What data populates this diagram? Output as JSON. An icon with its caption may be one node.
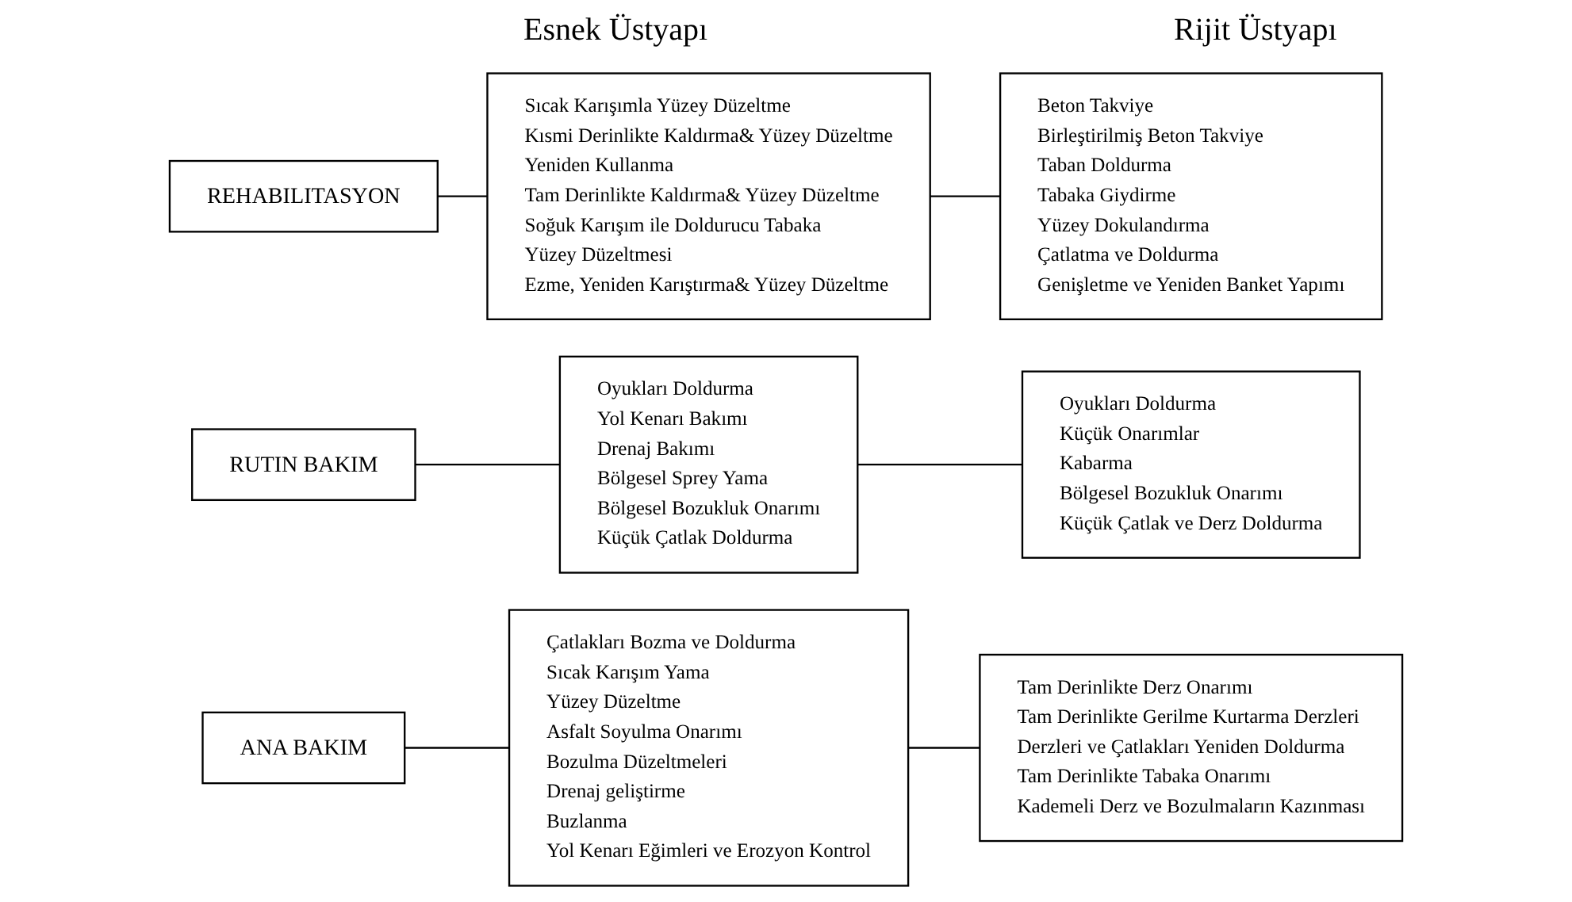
{
  "diagram": {
    "nodes": [
      {
        "text": [
          "REHABILITASYON"
        ]
      },
      {
        "text": [
          "Sıcak Karışımla Yüzey Düzeltme",
          "Kısmi Derinlikte Kaldırma& Yüzey Düzeltme",
          "Yeniden Kullanma",
          "Tam Derinlikte Kaldırma& Yüzey Düzeltme",
          "Soğuk Karışım ile Doldurucu Tabaka",
          "Yüzey Düzeltmesi",
          "Ezme, Yeniden Karıştırma& Yüzey Düzeltme"
        ]
      },
      {
        "text": [
          "Beton Takviye",
          "Birleştirilmiş Beton Takviye",
          "Taban Doldurma",
          "Tabaka Giydirme",
          "Yüzey Dokulandırma",
          "Çatlatma ve Doldurma",
          "Genişletme ve Yeniden Banket Yapımı"
        ]
      },
      {
        "text": [
          "RUTIN BAKIM"
        ]
      },
      {
        "text": [
          "Oyukları Doldurma",
          "Yol Kenarı Bakımı",
          "Drenaj Bakımı",
          "Bölgesel Sprey Yama",
          "Bölgesel Bozukluk Onarımı",
          "Küçük Çatlak Doldurma"
        ]
      },
      {
        "text": [
          "Oyukları Doldurma",
          "Küçük Onarımlar",
          "Kabarma",
          "Bölgesel Bozukluk Onarımı",
          "Küçük Çatlak ve Derz Doldurma"
        ]
      },
      {
        "text": [
          "ANA BAKIM"
        ]
      },
      {
        "text": [
          "Çatlakları Bozma ve Doldurma",
          "Sıcak Karışım Yama",
          "Yüzey Düzeltme",
          "Asfalt Soyulma Onarımı",
          "Bozulma Düzeltmeleri",
          "Drenaj geliştirme",
          "Buzlanma",
          "Yol Kenarı Eğimleri ve Erozyon Kontrol"
        ]
      },
      {
        "text": [
          "Tam Derinlikte Derz Onarımı",
          "Tam Derinlikte Gerilme Kurtarma Derzleri",
          "Derzleri ve Çatlakları Yeniden Doldurma",
          "Tam Derinlikte Tabaka Onarımı",
          "Kademeli Derz ve Bozulmaların Kazınması"
        ]
      }
    ],
    "edges": [
      {
        "from": 0,
        "to": 1,
        "arrow": "none"
      },
      {
        "from": 1,
        "to": 2,
        "arrow": "none"
      },
      {
        "from": 3,
        "to": 4,
        "arrow": "none"
      },
      {
        "from": 4,
        "to": 5,
        "arrow": "none"
      },
      {
        "from": 6,
        "to": 7,
        "arrow": "none"
      },
      {
        "from": 7,
        "to": 8,
        "arrow": "none"
      }
    ],
    "labels": [
      "Esnek Üstyapı",
      "Rijit Üstyapı"
    ]
  }
}
